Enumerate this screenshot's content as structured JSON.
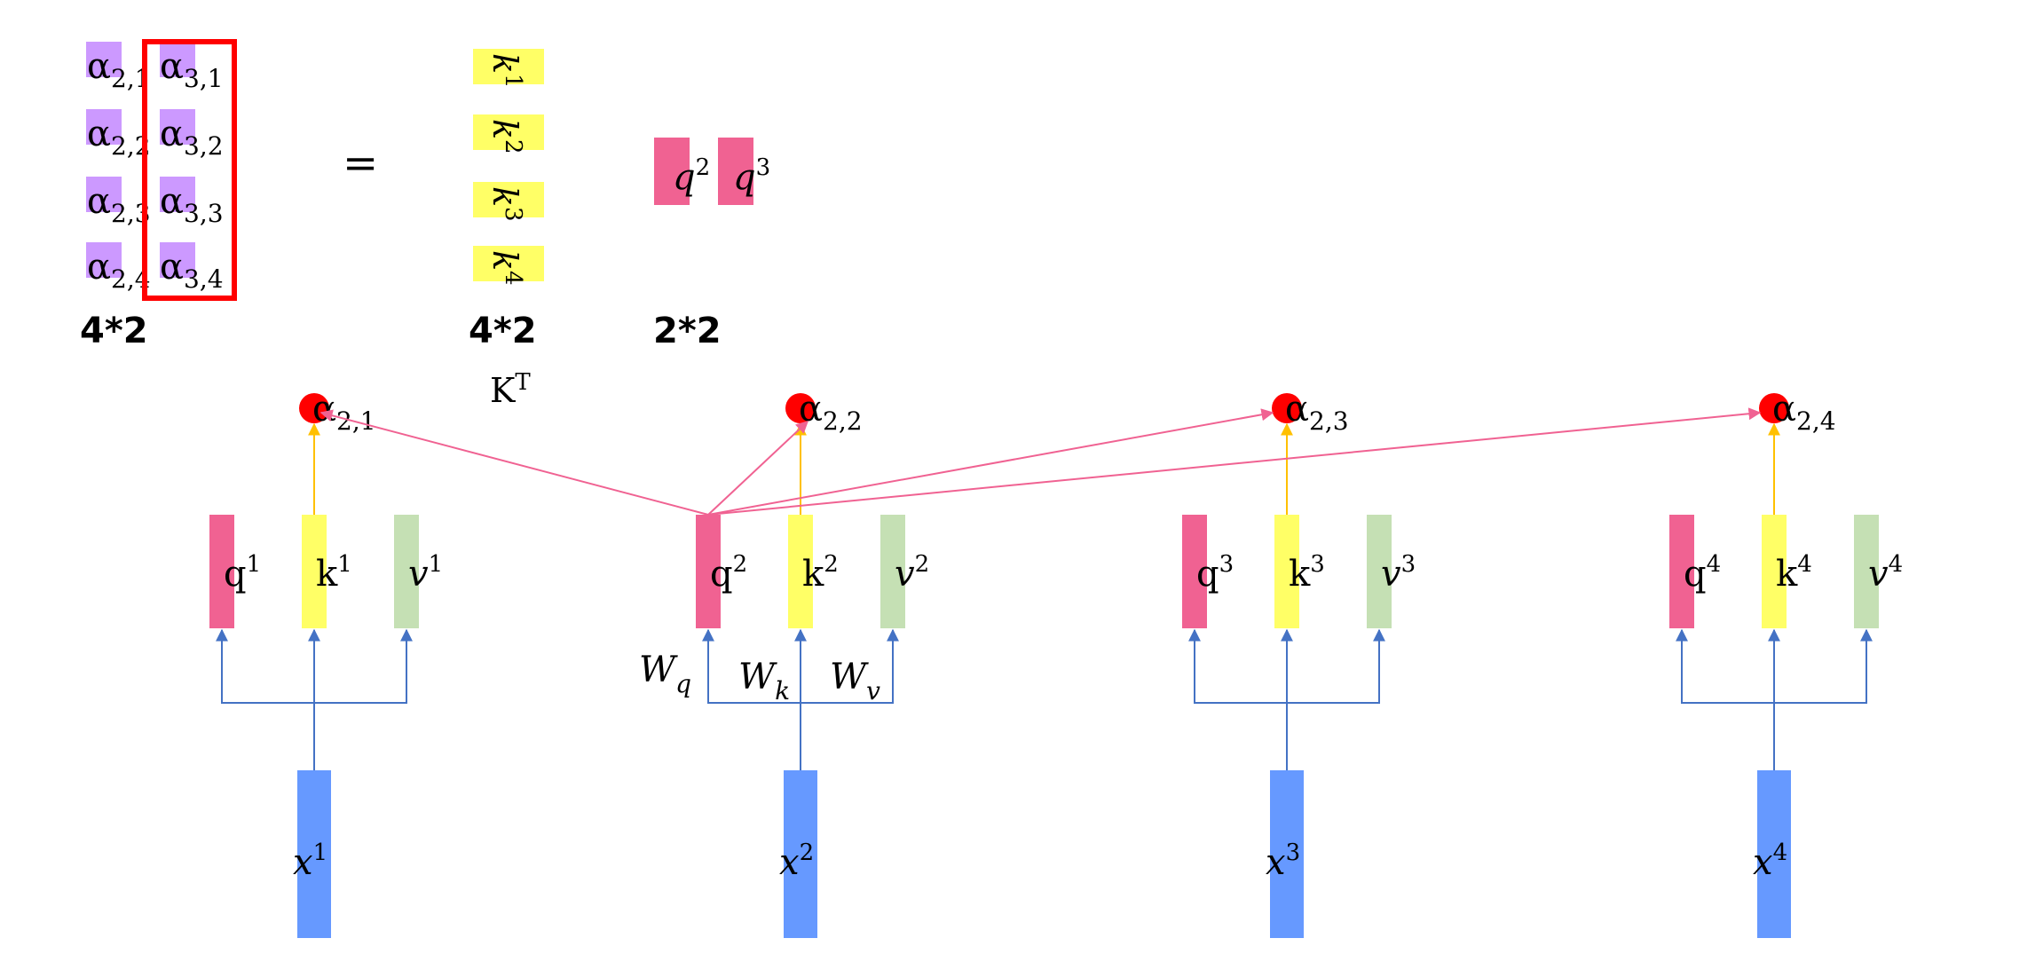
{
  "colors": {
    "query": "#F06292",
    "key": "#FFFF66",
    "value": "#C5E0B4",
    "input": "#6699FF",
    "alpha_cell": "#CC99FF",
    "score_dot": "#FF0000",
    "highlight_box": "#FF0000",
    "pink_arrow": "#F06292",
    "key_arrow": "#FFC000",
    "blue_line": "#4472C4"
  },
  "equation": {
    "left_matrix": {
      "columns": [
        [
          "α",
          "α",
          "α",
          "α"
        ],
        [
          "α",
          "α",
          "α",
          "α"
        ]
      ],
      "subscripts": [
        [
          "2,1",
          "2,2",
          "2,3",
          "2,4"
        ],
        [
          "3,1",
          "3,2",
          "3,3",
          "3,4"
        ]
      ],
      "dim_label": "4*2"
    },
    "equals": "=",
    "kt_matrix": {
      "letters": [
        "k",
        "k",
        "k",
        "k"
      ],
      "sups": [
        "1",
        "2",
        "3",
        "4"
      ],
      "dim_label": "4*2",
      "name": "K",
      "name_sup": "T"
    },
    "q_matrix": {
      "letters": [
        "q",
        "q"
      ],
      "sups": [
        "2",
        "3"
      ],
      "dim_label": "2*2"
    }
  },
  "tokens": [
    {
      "q": "q",
      "q_sup": "1",
      "k": "k",
      "k_sup": "1",
      "v": "v",
      "v_sup": "1",
      "x": "x",
      "x_sup": "1",
      "score": "α",
      "score_sub": "2,1"
    },
    {
      "q": "q",
      "q_sup": "2",
      "k": "k",
      "k_sup": "2",
      "v": "v",
      "v_sup": "2",
      "x": "x",
      "x_sup": "2",
      "score": "α",
      "score_sub": "2,2"
    },
    {
      "q": "q",
      "q_sup": "3",
      "k": "k",
      "k_sup": "3",
      "v": "v",
      "v_sup": "3",
      "x": "x",
      "x_sup": "3",
      "score": "α",
      "score_sub": "2,3"
    },
    {
      "q": "q",
      "q_sup": "4",
      "k": "k",
      "k_sup": "4",
      "v": "v",
      "v_sup": "4",
      "x": "x",
      "x_sup": "4",
      "score": "α",
      "score_sub": "2,4"
    }
  ],
  "weights": {
    "wq": "W",
    "wq_sub": "q",
    "wk": "W",
    "wk_sub": "k",
    "wv": "W",
    "wv_sub": "v"
  }
}
